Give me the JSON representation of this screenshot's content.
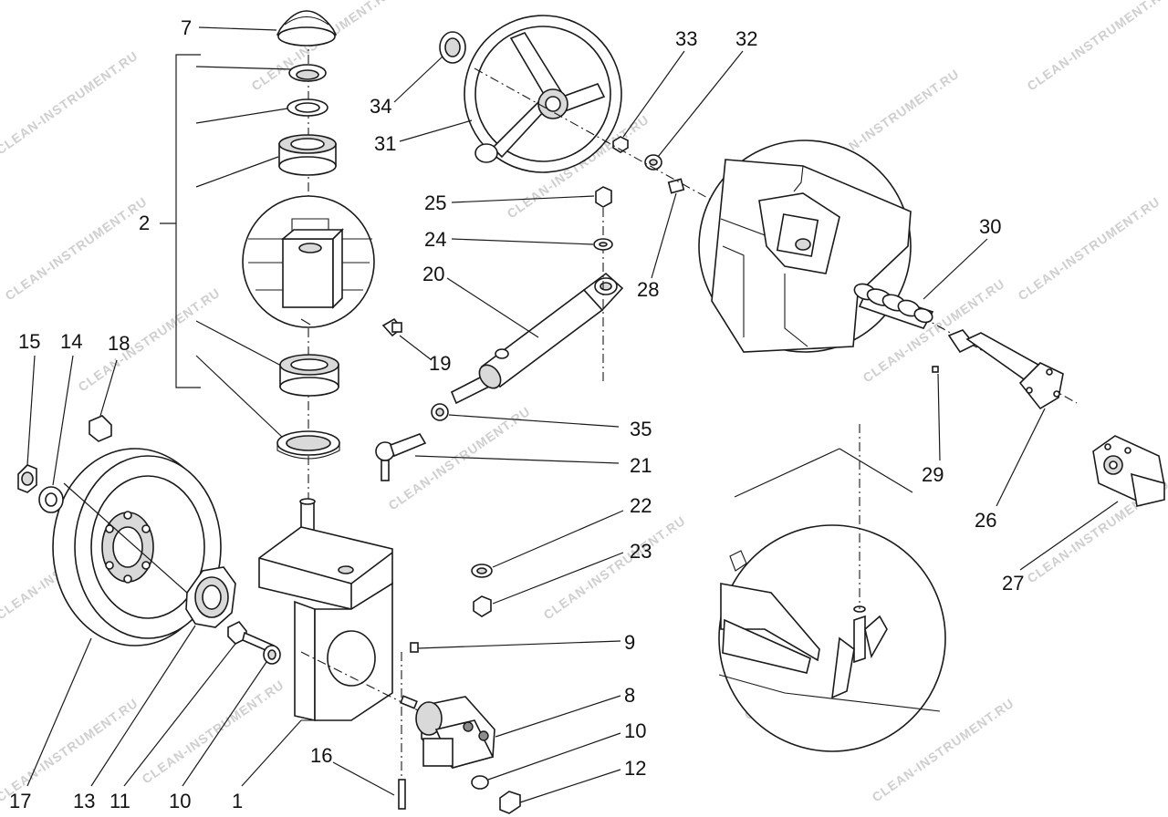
{
  "watermark_text": "CLEAN-INSTRUMENT.RU",
  "callouts": {
    "c1": "1",
    "c2": "2",
    "c7": "7",
    "c8": "8",
    "c9": "9",
    "c10a": "10",
    "c10b": "10",
    "c11": "11",
    "c12": "12",
    "c13": "13",
    "c14": "14",
    "c15": "15",
    "c16": "16",
    "c17": "17",
    "c18": "18",
    "c19": "19",
    "c20": "20",
    "c21": "21",
    "c22": "22",
    "c23": "23",
    "c24": "24",
    "c25": "25",
    "c26": "26",
    "c27": "27",
    "c28": "28",
    "c29": "29",
    "c30": "30",
    "c31": "31",
    "c32": "32",
    "c33": "33",
    "c34": "34",
    "c35": "35"
  },
  "colors": {
    "line": "#1a1a1a",
    "fill": "#ffffff",
    "shade": "#d9d9d9",
    "watermark": "#cfcfcf"
  }
}
